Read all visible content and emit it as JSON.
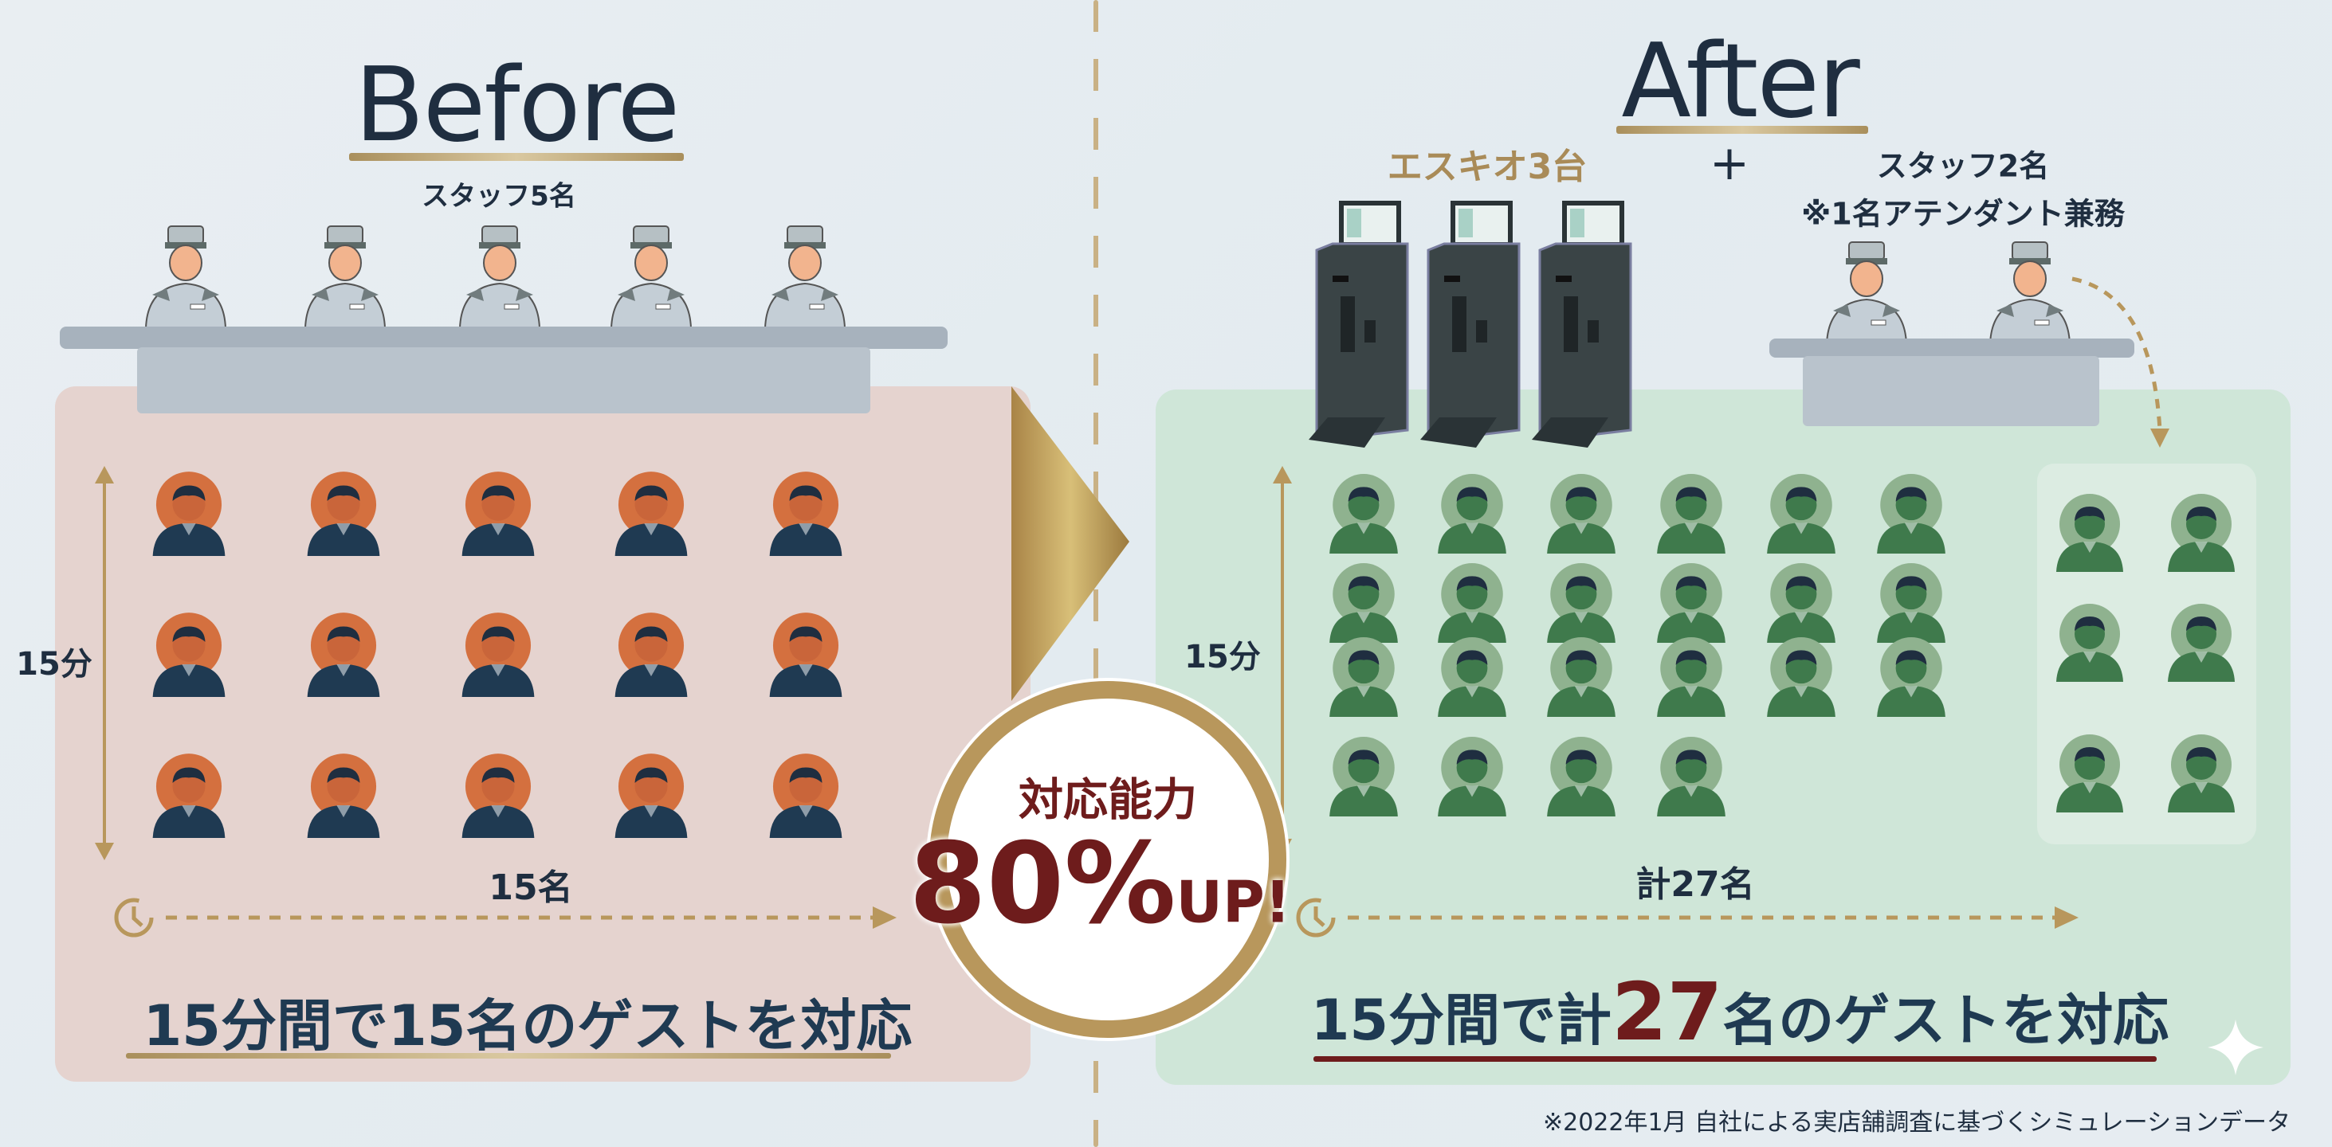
{
  "before": {
    "title": "Before",
    "staff_label": "スタッフ5名",
    "time_label": "15分",
    "count_label": "15名",
    "summary": "15分間で15名のゲストを対応",
    "guest_rows": 3,
    "guest_cols": 5,
    "staff_count": 5
  },
  "after": {
    "title": "After",
    "kiosk_label": "エスキオ3台",
    "plus": "+",
    "staff_label": "スタッフ2名",
    "staff_note": "※1名アテンダント兼務",
    "time_label": "15分",
    "count_label": "計27名",
    "summary_pre": "15分間で計",
    "summary_num": "27",
    "summary_post": "名のゲストを対応",
    "kiosk_count": 3,
    "staff_count": 2,
    "guest_row_counts": [
      6,
      6,
      6,
      4
    ],
    "attendant_guest_rows": 3,
    "attendant_guest_cols": 2
  },
  "badge": {
    "label": "対応能力",
    "value": "80%",
    "suffix": "UP!"
  },
  "footnote": "※2022年1月 自社による実店舗調査に基づくシミュレーションデータ",
  "colors": {
    "navy": "#1f2e40",
    "gold": "#b8975c",
    "maroon": "#6e1c1c",
    "before_panel": "#e5d3cf",
    "after_panel": "#cfe6d8",
    "guest_orange": "#d4703f",
    "guest_green": "#4f8a5a"
  }
}
